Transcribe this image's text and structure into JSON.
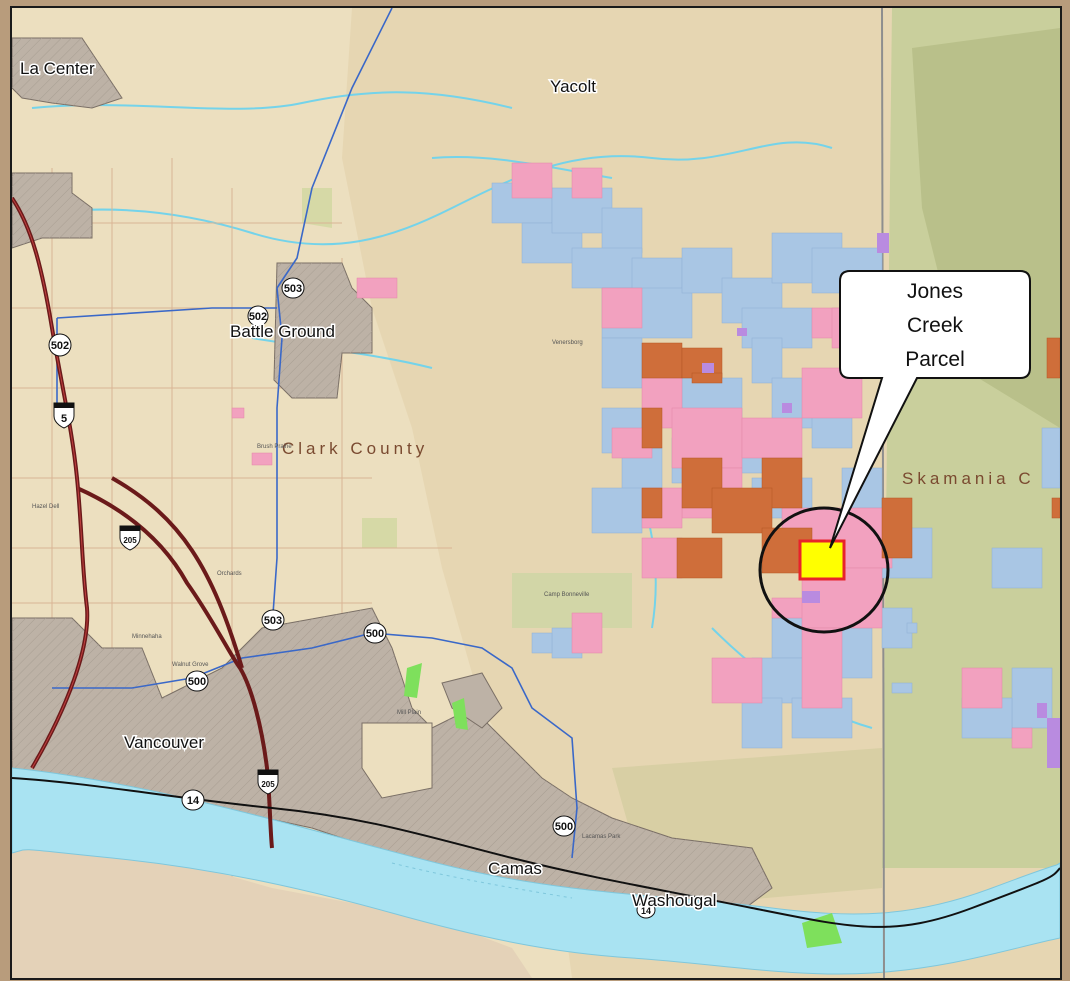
{
  "map": {
    "places": {
      "la_center": "La Center",
      "yacolt": "Yacolt",
      "battle_ground": "Battle Ground",
      "vancouver": "Vancouver",
      "camas": "Camas",
      "washougal": "Washougal",
      "venersborg": "Venersborg",
      "mill_plain": "Mill Plain",
      "camp_bonneville": "Camp Bonneville",
      "brush_prairie": "Brush Prairie",
      "orchards": "Orchards",
      "walnut_grove": "Walnut Grove",
      "hazel_dell": "Hazel Dell",
      "minnehaha": "Minnehaha",
      "lacamas_park": "Lacamas Park"
    },
    "counties": {
      "clark": "Clark County",
      "skamania": "Skamania C"
    },
    "routes": {
      "i5": "5",
      "i205": "205",
      "sr14": "14",
      "sr500_a": "500",
      "sr500_b": "500",
      "sr500_c": "500",
      "sr502": "502",
      "sr502_b": "502",
      "sr503_a": "503",
      "sr503_b": "503",
      "sr14_b": "14"
    },
    "callout": {
      "line1": "Jones",
      "line2": "Creek",
      "line3": "Parcel"
    },
    "colors": {
      "background": "#ecdfbf",
      "river": "#a9e3f2",
      "urban": "#bdb2a6",
      "parcel_blue": "#a9c6e4",
      "parcel_pink": "#f2a1bf",
      "parcel_orange": "#cf6e3a",
      "parcel_purple": "#b98be0",
      "highlight_parcel": "#ffff00",
      "highlight_border": "#e8232a",
      "interstate": "#6b1a1a",
      "state_route": "#3a68c8",
      "frame": "#b89c7c"
    }
  }
}
